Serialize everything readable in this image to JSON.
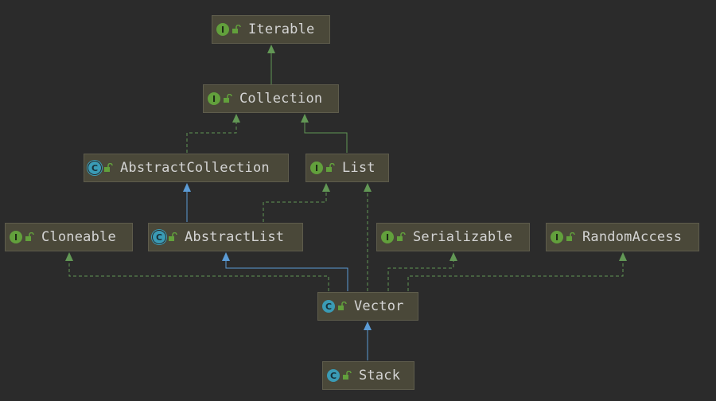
{
  "nodes": {
    "iterable": {
      "name": "Iterable",
      "kind": "I"
    },
    "collection": {
      "name": "Collection",
      "kind": "I"
    },
    "abstract_collection": {
      "name": "AbstractCollection",
      "kind": "C"
    },
    "list": {
      "name": "List",
      "kind": "I"
    },
    "cloneable": {
      "name": "Cloneable",
      "kind": "I"
    },
    "abstract_list": {
      "name": "AbstractList",
      "kind": "C"
    },
    "serializable": {
      "name": "Serializable",
      "kind": "I"
    },
    "random_access": {
      "name": "RandomAccess",
      "kind": "I"
    },
    "vector": {
      "name": "Vector",
      "kind": "C"
    },
    "stack": {
      "name": "Stack",
      "kind": "C"
    }
  },
  "edges": [
    {
      "from": "Collection",
      "to": "Iterable",
      "type": "extends-interface"
    },
    {
      "from": "AbstractCollection",
      "to": "Collection",
      "type": "implements"
    },
    {
      "from": "List",
      "to": "Collection",
      "type": "extends-interface"
    },
    {
      "from": "AbstractList",
      "to": "AbstractCollection",
      "type": "extends-class"
    },
    {
      "from": "AbstractList",
      "to": "List",
      "type": "implements"
    },
    {
      "from": "Vector",
      "to": "AbstractList",
      "type": "extends-class"
    },
    {
      "from": "Vector",
      "to": "List",
      "type": "implements"
    },
    {
      "from": "Vector",
      "to": "Cloneable",
      "type": "implements"
    },
    {
      "from": "Vector",
      "to": "Serializable",
      "type": "implements"
    },
    {
      "from": "Vector",
      "to": "RandomAccess",
      "type": "implements"
    },
    {
      "from": "Stack",
      "to": "Vector",
      "type": "extends-class"
    }
  ],
  "colors": {
    "background": "#2b2b2b",
    "node_fill": "#4a4839",
    "interface_badge": "#62a03c",
    "class_badge": "#3a9bb5",
    "interface_edge": "#629755",
    "class_edge": "#5b9bd5",
    "text": "#d4d4d4"
  },
  "icons": {
    "interface": "interface-icon",
    "class": "class-icon",
    "abstract_class": "abstract-class-icon",
    "access": "unlock-icon"
  }
}
